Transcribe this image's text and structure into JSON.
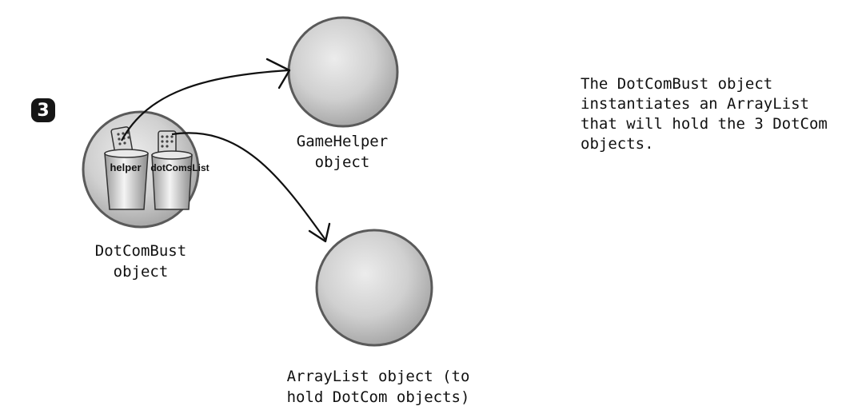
{
  "step": {
    "number": "3"
  },
  "objects": {
    "dotcombust": {
      "label": "DotComBust\nobject"
    },
    "gamehelper": {
      "label": "GameHelper\nobject"
    },
    "arraylist": {
      "label": "ArrayList object (to\nhold DotCom objects)"
    }
  },
  "variables": {
    "helper": "helper",
    "dotComsList": "dotComsList"
  },
  "description": "The DotComBust object\ninstantiates an ArrayList\nthat will hold the 3 DotCom\nobjects.",
  "colors": {
    "sphere_fill": "#c9c9c9",
    "sphere_stroke": "#5a5a5a",
    "badge": "#161616"
  }
}
